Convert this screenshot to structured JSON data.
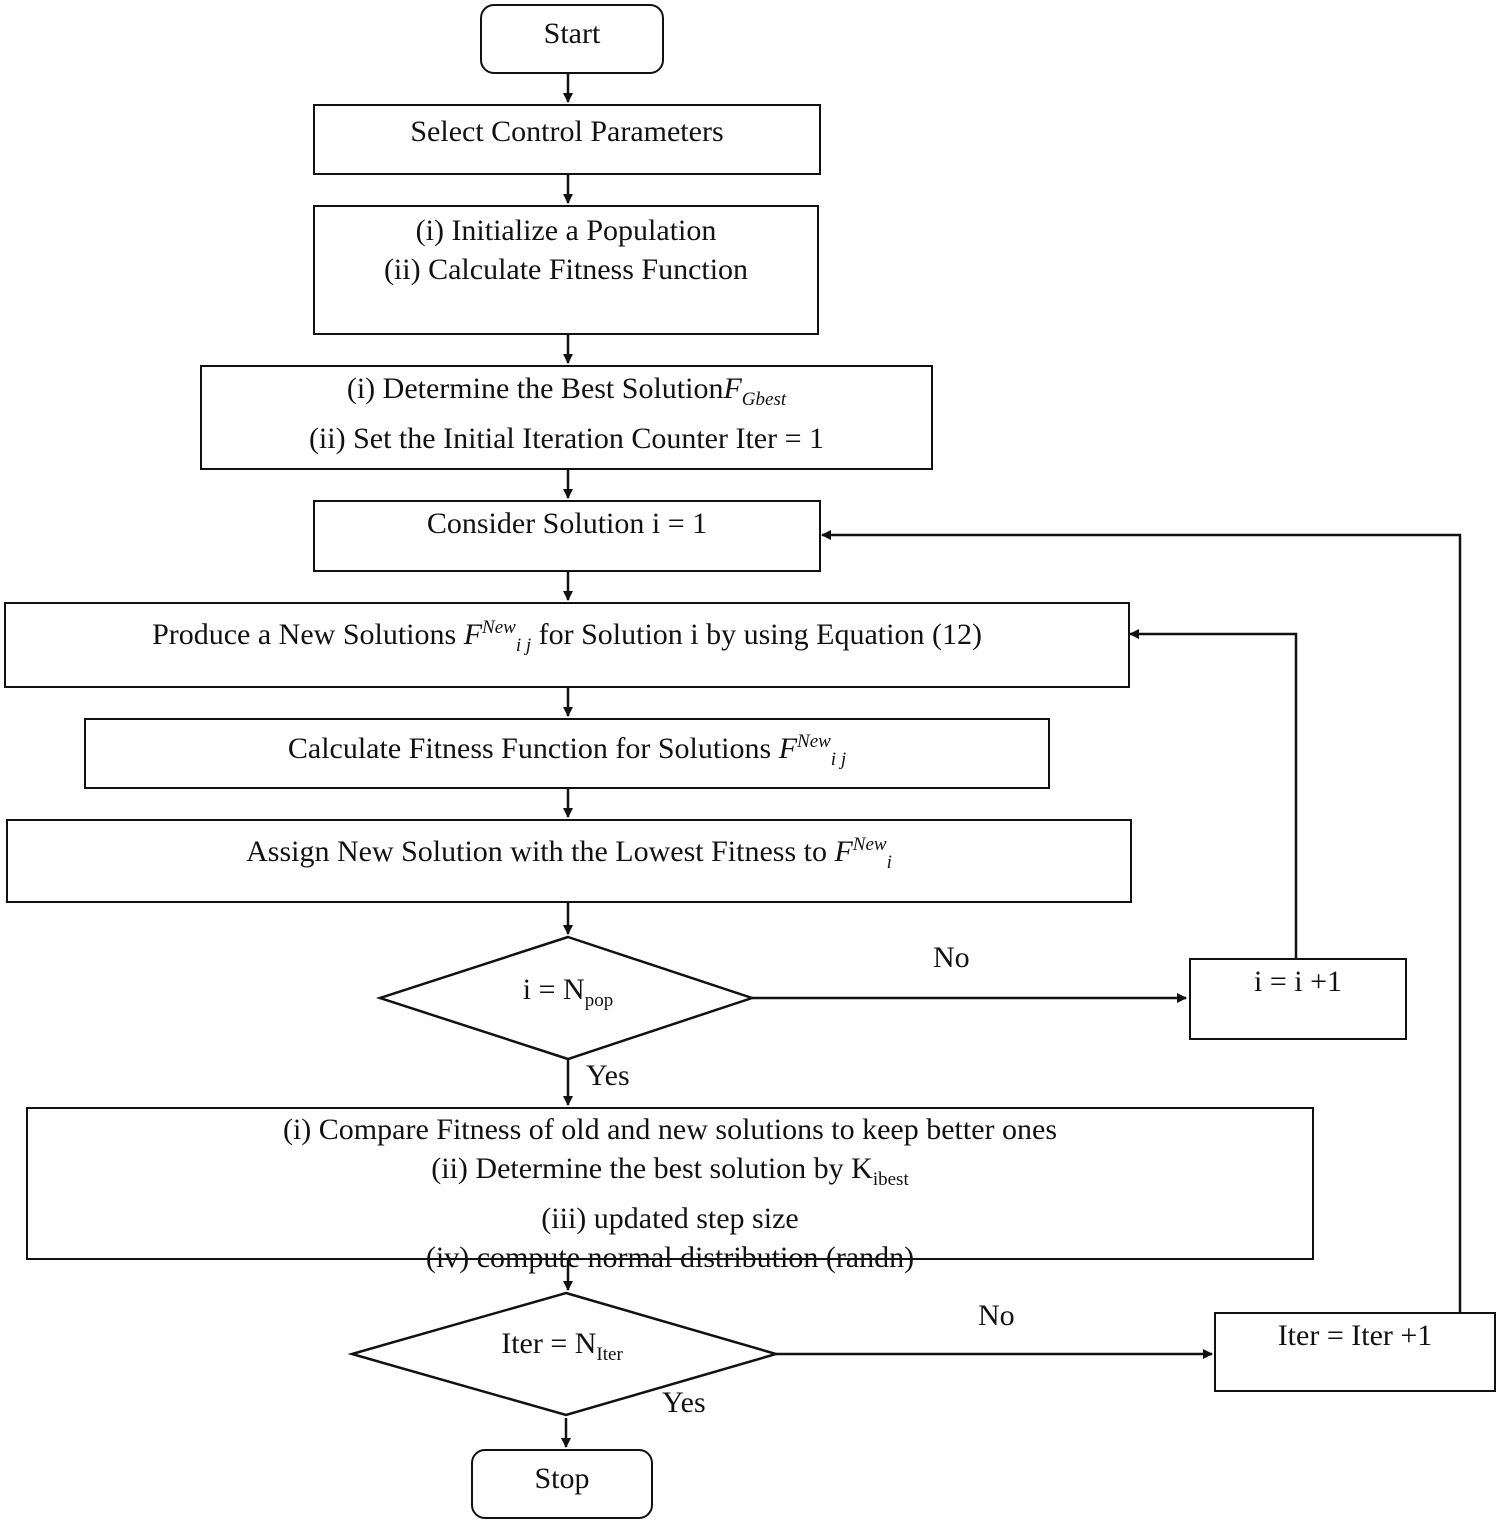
{
  "nodes": {
    "start": "Start",
    "select": "Select Control Parameters",
    "init": {
      "line1": "(i) Initialize a Population",
      "line2": "(ii) Calculate Fitness Function"
    },
    "best": {
      "line1": "(i) Determine the Best Solution",
      "sym": "F",
      "sub": "Gbest",
      "line2": "(ii) Set the Initial Iteration Counter Iter = 1"
    },
    "consider": "Consider Solution i = 1",
    "produce": {
      "pre": "Produce a New Solutions ",
      "sym": "F",
      "sub": "i j",
      "sup": "New",
      "post": " for Solution i by using Equation (12)"
    },
    "calc": {
      "pre": "Calculate Fitness Function for Solutions ",
      "sym": "F",
      "sub": "i j",
      "sup": "New"
    },
    "assign": {
      "pre": "Assign New Solution with the Lowest Fitness to ",
      "sym": "F",
      "sub": "i",
      "sup": "New"
    },
    "decision1": {
      "pre": "i = N",
      "sub": "pop"
    },
    "inc_i": "i = i +1",
    "compare": {
      "line1": "(i) Compare Fitness of old and new solutions to keep better ones",
      "line2_pre": "(ii) Determine the best solution by K",
      "line2_sub": "ibest",
      "line3": "(iii) updated step size",
      "line4": "(iv) compute normal distribution (randn)"
    },
    "decision2": {
      "pre": "Iter = N",
      "sub": "Iter"
    },
    "inc_iter": "Iter = Iter +1",
    "stop": "Stop"
  },
  "labels": {
    "no1": "No",
    "yes1": "Yes",
    "no2": "No",
    "yes2": "Yes"
  }
}
